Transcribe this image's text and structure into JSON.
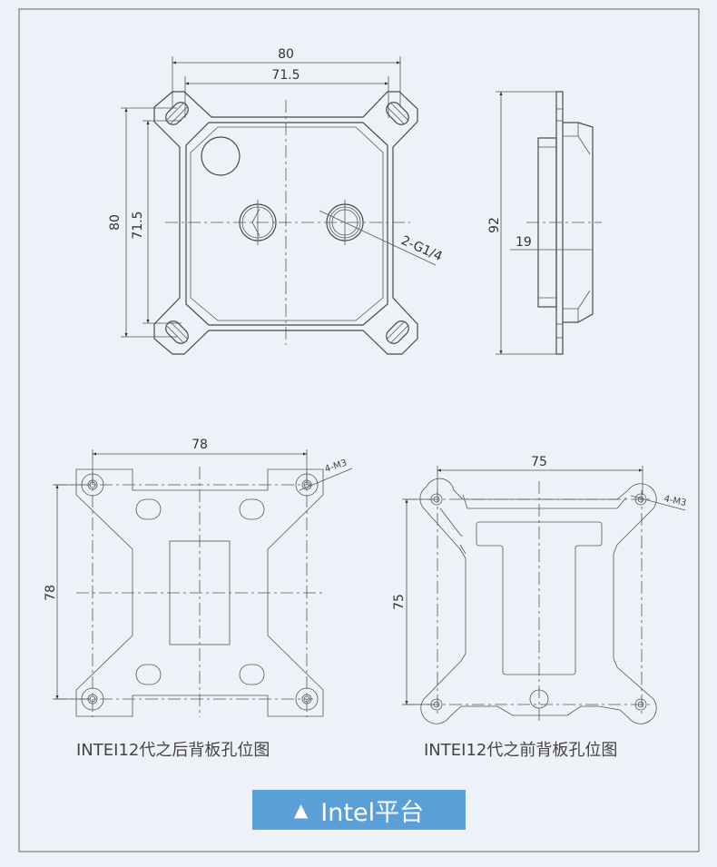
{
  "top_view": {
    "dim_width_outer": "80",
    "dim_width_inner": "71.5",
    "dim_height_outer": "80",
    "dim_height_inner": "71.5",
    "port_label": "2-G1/4"
  },
  "side_view": {
    "dim_height": "92",
    "dim_depth": "19"
  },
  "bottom_left": {
    "dim_width": "78",
    "dim_height": "78",
    "hole_label": "4-M3",
    "caption": "INTEI12代之后背板孔位图"
  },
  "bottom_right": {
    "dim_width": "75",
    "dim_height": "75",
    "hole_label": "4-M3",
    "caption": "INTEI12代之前背板孔位图"
  },
  "platform_button": {
    "icon": "triangle-up-icon",
    "label": "Intel平台",
    "color": "#5a9fd8"
  }
}
